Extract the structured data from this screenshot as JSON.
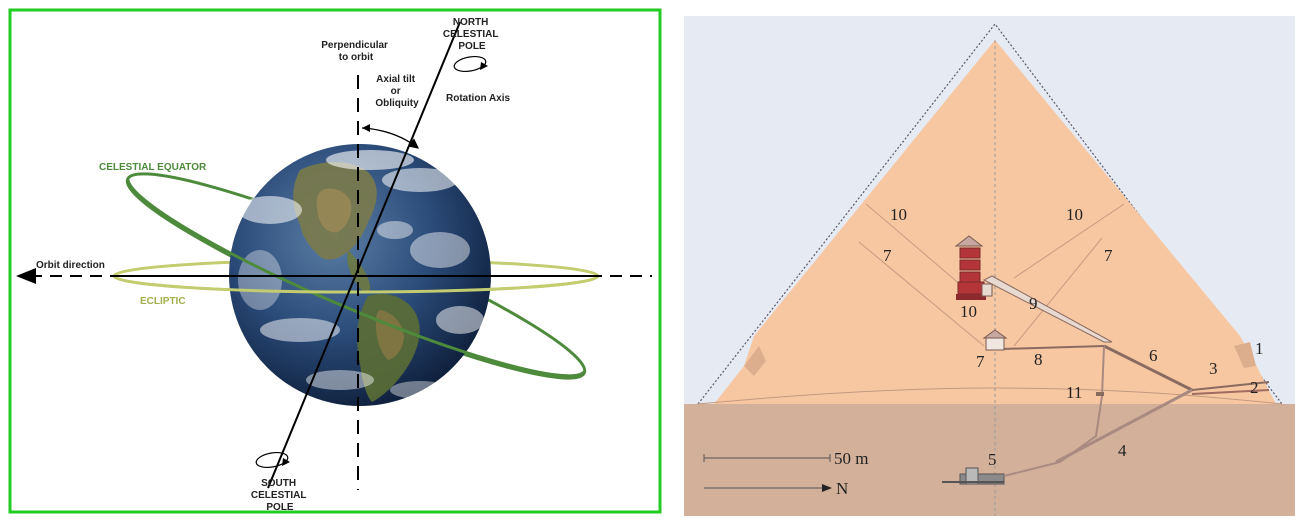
{
  "left_diagram": {
    "north_pole": [
      "NORTH",
      "CELESTIAL",
      "POLE"
    ],
    "south_pole": [
      "SOUTH",
      "CELESTIAL",
      "POLE"
    ],
    "perpendicular": [
      "Perpendicular",
      "to orbit"
    ],
    "axial_tilt": [
      "Axial tilt",
      "or",
      "Obliquity"
    ],
    "rotation_axis": "Rotation Axis",
    "celestial_equator": "CELESTIAL EQUATOR",
    "ecliptic": "ECLIPTIC",
    "orbit_direction": "Orbit direction",
    "colors": {
      "frame": "#22cc22",
      "equator": "#4e8a3c",
      "ecliptic": "#b9c45a"
    }
  },
  "right_diagram": {
    "labels": {
      "l1": "1",
      "l2": "2",
      "l3": "3",
      "l4": "4",
      "l5": "5",
      "l6": "6",
      "l7a": "7",
      "l7b": "7",
      "l7c": "7",
      "l8": "8",
      "l9": "9",
      "l10a": "10",
      "l10b": "10",
      "l10c": "10",
      "l11": "11"
    },
    "scale_label": "50 m",
    "north_label": "N",
    "colors": {
      "sky": "#e6eaf3",
      "pyramid": "#f7c7a2",
      "ground": "#d2b09a",
      "chamber": "#b3353a"
    }
  }
}
